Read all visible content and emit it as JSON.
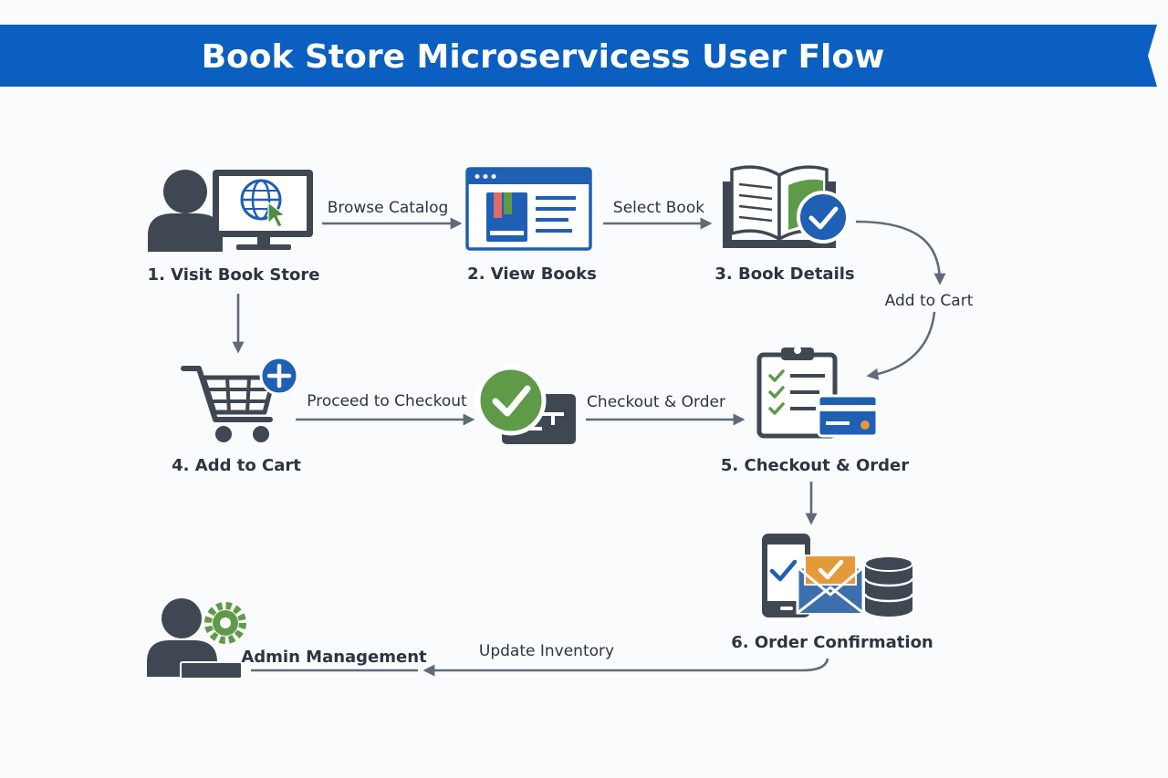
{
  "title": "Book Store Microservicess User Flow",
  "colors": {
    "banner": "#0a5fc0",
    "icon_dark": "#3f4852",
    "icon_blue": "#1f5fb4",
    "check_green": "#5f9a49",
    "envelope_orange": "#e59a3a",
    "arrow": "#5f6b79",
    "text": "#2c3440"
  },
  "steps": [
    {
      "label": "1. Visit Book Store",
      "icon": "user-at-computer-icon"
    },
    {
      "label": "2. View Books",
      "icon": "book-catalog-window-icon"
    },
    {
      "label": "3. Book Details",
      "icon": "open-book-check-icon"
    },
    {
      "label": "4. Add to Cart",
      "icon": "shopping-cart-add-icon"
    },
    {
      "label": "5. Checkout & Order",
      "icon": "checklist-card-icon"
    },
    {
      "label": "6. Order Confirmation",
      "icon": "phone-envelope-database-icon"
    }
  ],
  "payment_node": {
    "icon": "payment-terminal-check-icon"
  },
  "admin": {
    "label": "Admin Management",
    "icon": "admin-gear-icon"
  },
  "edges": [
    {
      "label": "Browse Catalog"
    },
    {
      "label": "Select Book"
    },
    {
      "label": "Add to Cart"
    },
    {
      "label": "Proceed to Checkout"
    },
    {
      "label": "Checkout & Order"
    },
    {
      "label": "Update Inventory"
    }
  ]
}
